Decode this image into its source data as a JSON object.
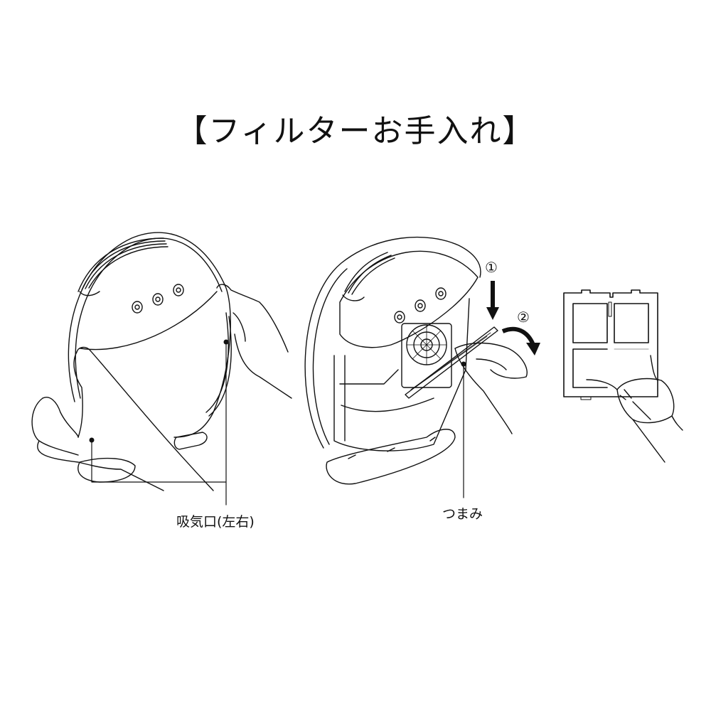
{
  "title": "【フィルターお手入れ】",
  "figures": [
    {
      "id": "figure-1-remove-cover",
      "callout_label": "吸気口(左右)"
    },
    {
      "id": "figure-2-remove-filter",
      "callout_label": "つまみ",
      "steps": [
        {
          "marker": "①",
          "icon": "arrow-down-icon"
        },
        {
          "marker": "②",
          "icon": "curved-arrow-icon"
        }
      ]
    },
    {
      "id": "figure-3-clean-filter"
    }
  ],
  "colors": {
    "line": "#111111",
    "background": "#ffffff"
  }
}
